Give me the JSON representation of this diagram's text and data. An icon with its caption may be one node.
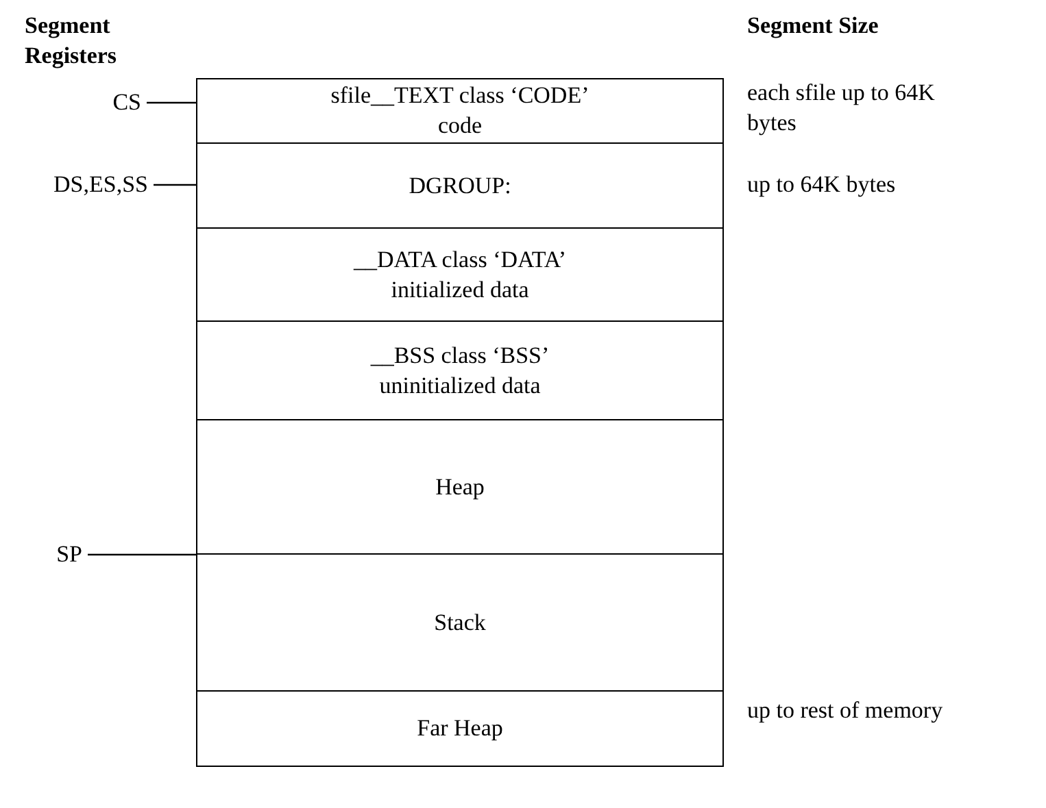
{
  "diagram": {
    "nodes": [
      {
        "text": [
          "sfile__TEXT class ‘CODE’",
          "code"
        ],
        "beside": [
          "each sfile up to 64K bytes"
        ]
      },
      {
        "text": [
          "DGROUP:"
        ],
        "beside": [
          "up to 64K bytes"
        ]
      },
      {
        "text": [
          "__DATA class ‘DATA’",
          "initialized data"
        ]
      },
      {
        "text": [
          "__BSS class ‘BSS’",
          "uninitialized data"
        ]
      },
      {
        "text": [
          "Heap"
        ]
      },
      {
        "text": [
          "Stack"
        ]
      },
      {
        "text": [
          "Far Heap"
        ],
        "beside": [
          "up to rest of memory"
        ]
      },
      {
        "text": [
          "CS"
        ]
      },
      {
        "text": [
          "DS,ES,SS"
        ]
      },
      {
        "text": [
          "SP"
        ]
      }
    ],
    "edges": [
      {
        "from": 7,
        "to": 0,
        "arrow": "none"
      },
      {
        "from": 8,
        "to": 1,
        "arrow": "none"
      },
      {
        "from": 9,
        "to": 5,
        "arrow": "none"
      }
    ],
    "labels": [
      "Segment Registers",
      "Segment Size"
    ]
  }
}
